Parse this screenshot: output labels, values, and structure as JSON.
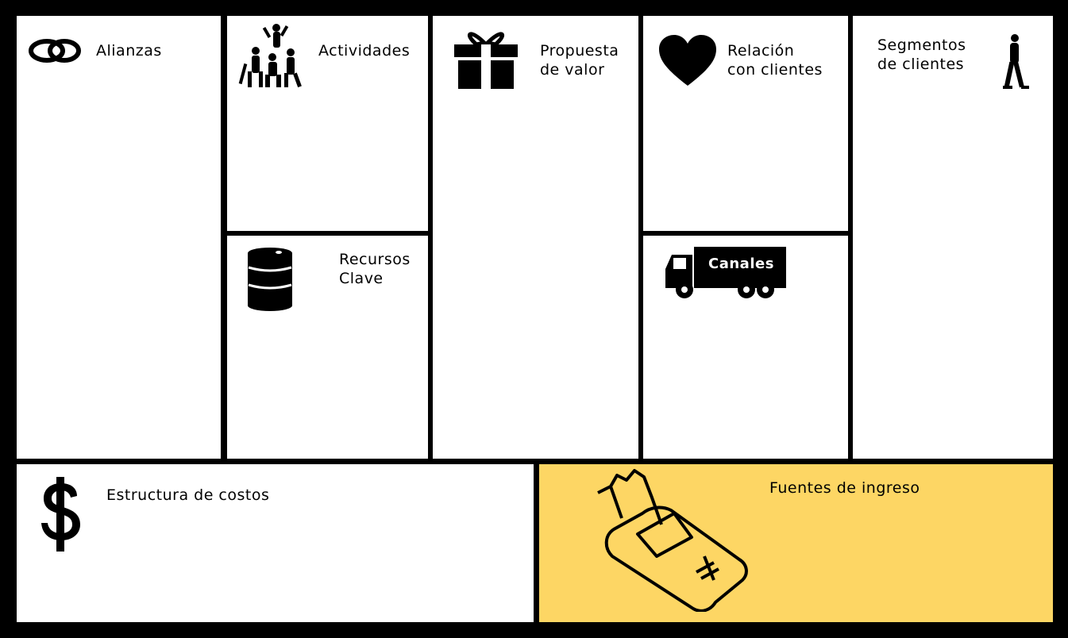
{
  "colors": {
    "frame": "#000000",
    "cell": "#ffffff",
    "accent": "#fdd664"
  },
  "blocks": {
    "alianzas": {
      "title": "Alianzas",
      "icon": "rings-icon"
    },
    "actividades": {
      "title": "Actividades",
      "icon": "team-icon"
    },
    "recursos": {
      "title": "Recursos\nClave",
      "icon": "barrel-icon"
    },
    "propuesta": {
      "title": "Propuesta\nde valor",
      "icon": "gift-icon"
    },
    "relacion": {
      "title": "Relación\ncon clientes",
      "icon": "heart-icon"
    },
    "canales": {
      "title": "Canales",
      "icon": "truck-icon"
    },
    "segmentos": {
      "title": "Segmentos\nde clientes",
      "icon": "walking-person-icon"
    },
    "costos": {
      "title": "Estructura de costos",
      "icon": "dollar-icon"
    },
    "ingresos": {
      "title": "Fuentes de ingreso",
      "icon": "payment-terminal-icon"
    }
  }
}
